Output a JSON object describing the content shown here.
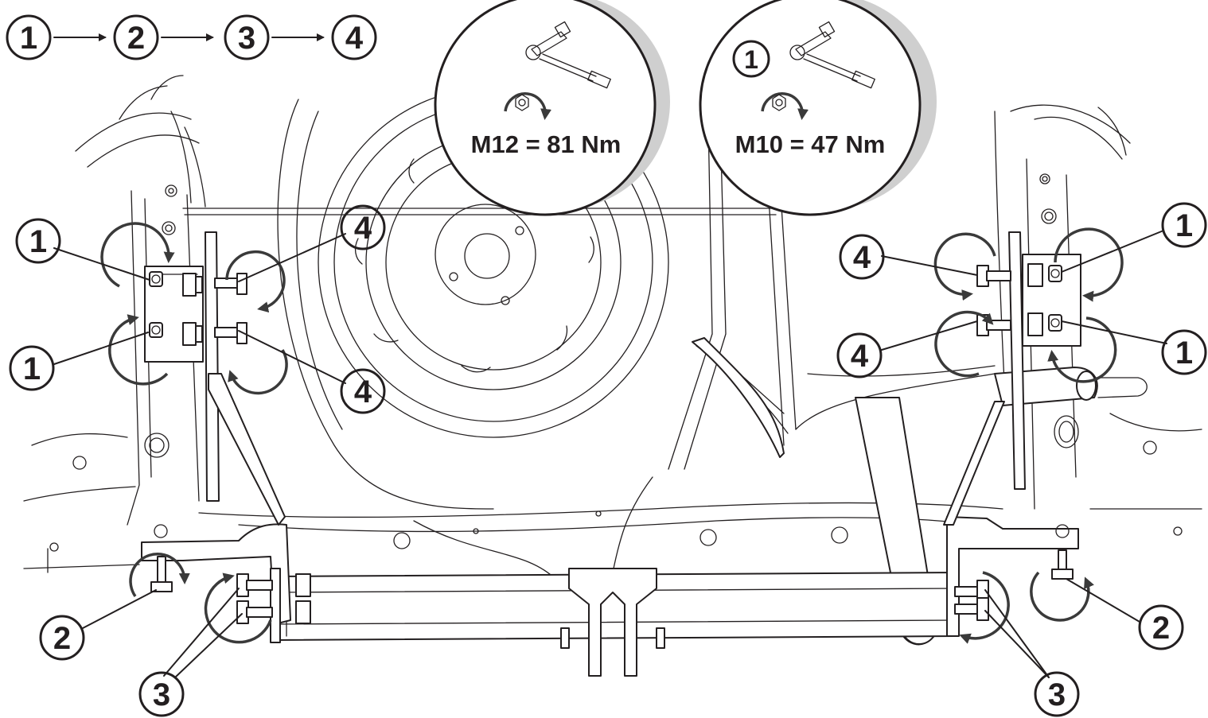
{
  "sequence": {
    "steps": [
      "1",
      "2",
      "3",
      "4"
    ]
  },
  "torque_specs": [
    {
      "step": "",
      "value": "M12 = 81  Nm"
    },
    {
      "step": "1",
      "value": "M10 = 47  Nm"
    }
  ],
  "callouts": {
    "left_upper_nut": "1",
    "left_lower_nut": "1",
    "left_upper_bolt": "4",
    "left_lower_bolt": "4",
    "left_vertical_bolt": "2",
    "left_beam_bolts": "3",
    "right_upper_nut": "1",
    "right_lower_nut": "1",
    "right_upper_bolt": "4",
    "right_lower_bolt": "4",
    "right_vertical_bolt": "2",
    "right_beam_bolts": "3"
  },
  "colors": {
    "line": "#231f20",
    "rotation_arrow": "#3a3a3a",
    "inset_shadow": "#cfcfcf"
  }
}
